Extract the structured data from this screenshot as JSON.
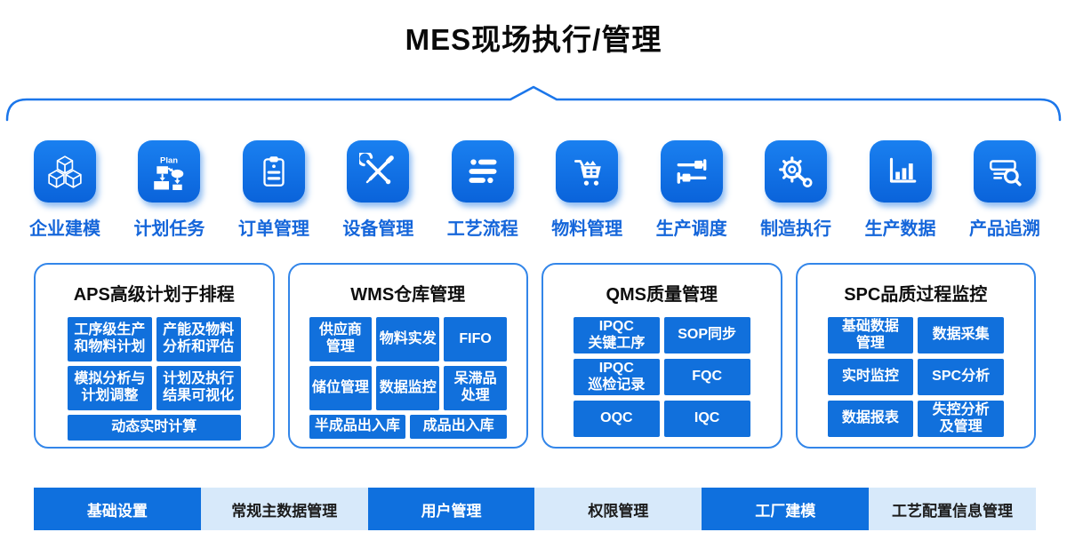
{
  "title": "MES现场执行/管理",
  "colors": {
    "primary_blue": "#0f70de",
    "tile_gradient_top": "#1a80f0",
    "tile_gradient_bottom": "#0a63da",
    "light_blue": "#d7e9fa",
    "label_blue": "#1566da",
    "panel_border_blue": "#3386e9",
    "title_black": "#0a0a0a"
  },
  "icon_row": {
    "plan_text": "Plan",
    "items": [
      {
        "label": "企业建模",
        "icon": "cubes-icon"
      },
      {
        "label": "计划任务",
        "icon": "plan-flowchart-icon"
      },
      {
        "label": "订单管理",
        "icon": "clipboard-icon"
      },
      {
        "label": "设备管理",
        "icon": "tools-icon"
      },
      {
        "label": "工艺流程",
        "icon": "process-flow-icon"
      },
      {
        "label": "物料管理",
        "icon": "cart-icon"
      },
      {
        "label": "生产调度",
        "icon": "sliders-icon"
      },
      {
        "label": "制造执行",
        "icon": "gear-wrench-icon"
      },
      {
        "label": "生产数据",
        "icon": "bar-chart-icon"
      },
      {
        "label": "产品追溯",
        "icon": "trace-search-icon"
      }
    ]
  },
  "panels": [
    {
      "title": "APS高级计划于排程",
      "cells": [
        "工序级生产\n和物料计划",
        "产能及物料\n分析和评估",
        "模拟分析与\n计划调整",
        "计划及执行\n结果可视化",
        "动态实时计算"
      ]
    },
    {
      "title": "WMS仓库管理",
      "cells": [
        "供应商\n管理",
        "物料实发",
        "FIFO",
        "储位管理",
        "数据监控",
        "呆滞品\n处理",
        "半成品出入库",
        "成品出入库"
      ]
    },
    {
      "title": "QMS质量管理",
      "cells": [
        "IPQC\n关键工序",
        "SOP同步",
        "IPQC\n巡检记录",
        "FQC",
        "OQC",
        "IQC"
      ]
    },
    {
      "title": "SPC品质过程监控",
      "cells": [
        "基础数据\n管理",
        "数据采集",
        "实时监控",
        "SPC分析",
        "数据报表",
        "失控分析\n及管理"
      ]
    }
  ],
  "bottom_bar": {
    "items": [
      {
        "label": "基础设置"
      },
      {
        "label": "常规主数据管理"
      },
      {
        "label": "用户管理"
      },
      {
        "label": "权限管理"
      },
      {
        "label": "工厂建模"
      },
      {
        "label": "工艺配置信息管理"
      }
    ]
  }
}
